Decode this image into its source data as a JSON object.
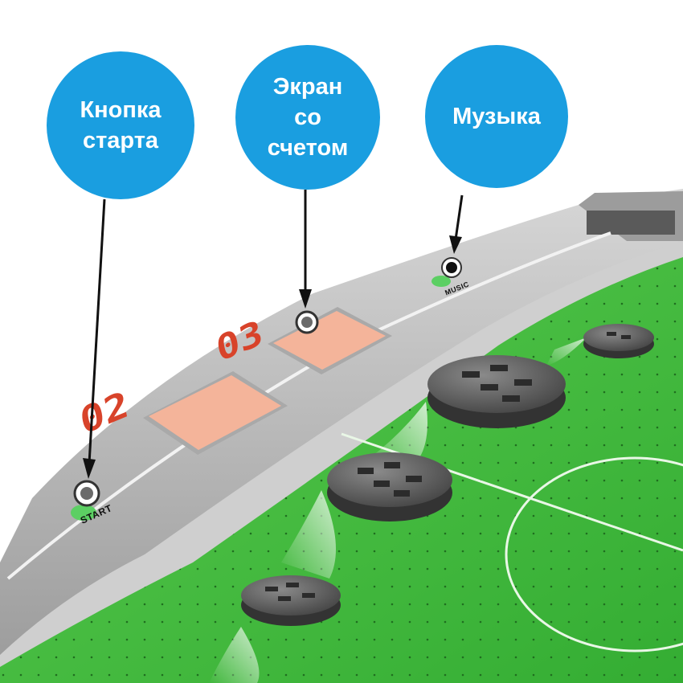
{
  "callouts": {
    "start": "Кнопка\nстарта",
    "score": "Экран\nсо\nсчетом",
    "music": "Музыка"
  },
  "labels": {
    "start": "START",
    "music": "MUSIC"
  },
  "scoreboard": {
    "left_digits": "02",
    "right_digits": "03"
  },
  "colors": {
    "callout": "#1a9ee0",
    "field": "#3fbd3a",
    "display": "#f4b49a",
    "digits": "#d8432a",
    "frame": "#b9b9b9",
    "button_green": "#5ccf63"
  }
}
